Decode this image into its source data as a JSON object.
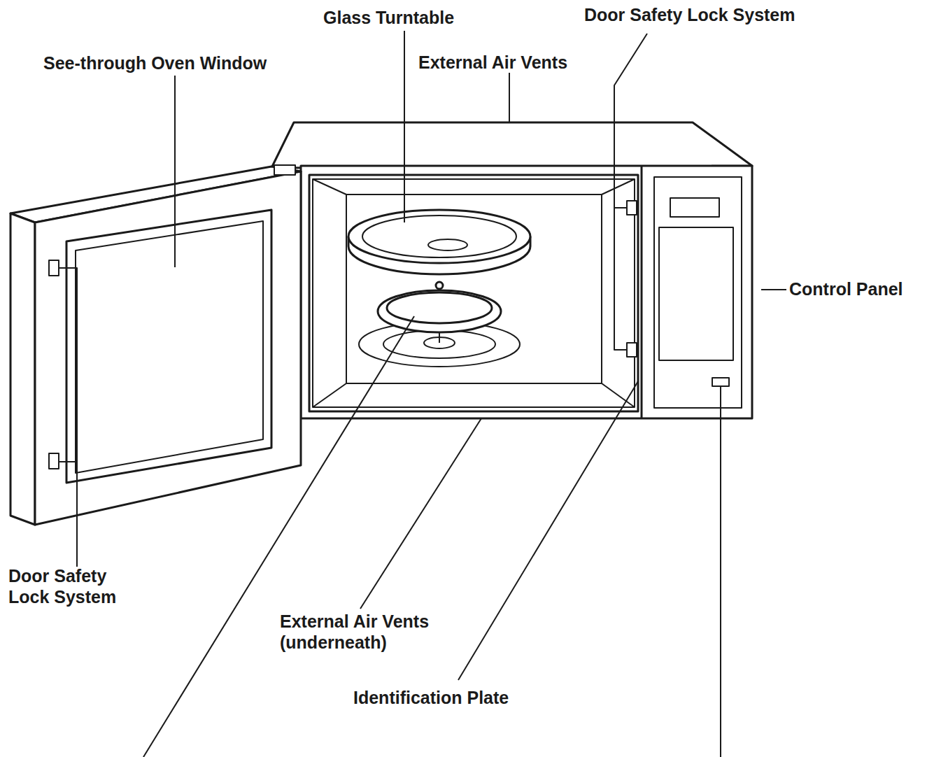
{
  "diagram": {
    "labels": [
      "Glass Turntable",
      "Door Safety Lock System",
      "See-through Oven Window",
      "External Air Vents",
      "Control Panel",
      "Door Safety Lock System",
      "External Air Vents (underneath)",
      "Identification Plate"
    ]
  }
}
